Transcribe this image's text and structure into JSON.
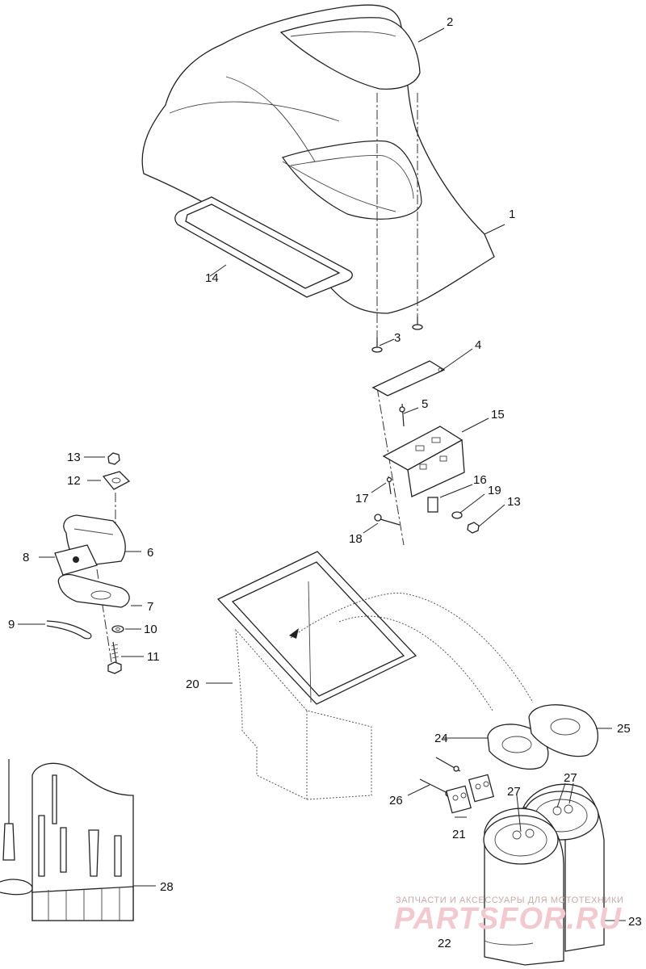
{
  "labels": {
    "n1": "1",
    "n2": "2",
    "n3": "3",
    "n4": "4",
    "n5": "5",
    "n6": "6",
    "n7": "7",
    "n8": "8",
    "n9": "9",
    "n10": "10",
    "n11": "11",
    "n12": "12",
    "n13a": "13",
    "n13b": "13",
    "n14": "14",
    "n15": "15",
    "n16": "16",
    "n17": "17",
    "n18": "18",
    "n19": "19",
    "n20": "20",
    "n21": "21",
    "n22": "22",
    "n23": "23",
    "n24": "24",
    "n25": "25",
    "n26": "26",
    "n27a": "27",
    "n27b": "27",
    "n28": "28"
  },
  "watermark": {
    "tagline": "ЗАПЧАСТИ И АКСЕССУАРЫ ДЛЯ МОТОТЕХНИКИ",
    "brand": "PARTSFOR.RU"
  },
  "colors": {
    "line": "#222222",
    "watermark": "#f1c9cf",
    "background": "#ffffff"
  }
}
